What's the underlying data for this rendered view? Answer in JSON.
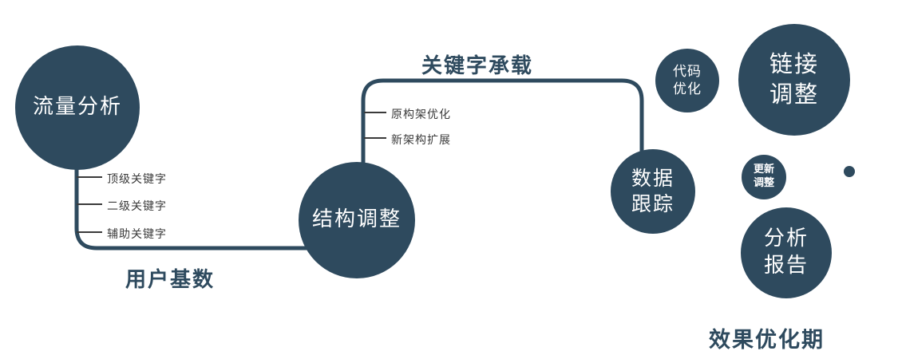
{
  "colors": {
    "primary": "#2e4a5e",
    "node_text": "#ffffff",
    "tick_text": "#3a3a3a",
    "background": "#ffffff"
  },
  "nodes": {
    "traffic": {
      "label": "流量分析"
    },
    "structure": {
      "label": "结构调整"
    },
    "tracking": {
      "label": "数据\n跟踪"
    },
    "code": {
      "label": "代码\n优化"
    },
    "link": {
      "label": "链接\n调整"
    },
    "update": {
      "label": "更新\n调整"
    },
    "report": {
      "label": "分析\n报告"
    }
  },
  "edges": {
    "user_base": {
      "label": "用户基数"
    },
    "keyword_carry": {
      "label": "关键字承载"
    }
  },
  "ticks": {
    "traffic": [
      "顶级关键字",
      "二级关键字",
      "辅助关键字"
    ],
    "structure": [
      "原构架优化",
      "新架构扩展"
    ]
  },
  "caption": "效果优化期"
}
